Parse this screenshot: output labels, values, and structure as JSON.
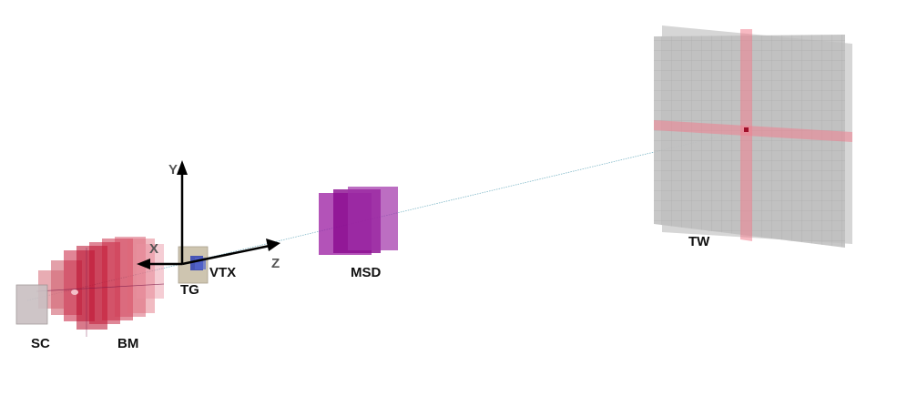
{
  "labels": {
    "sc": "SC",
    "bm": "BM",
    "tg": "TG",
    "vtx": "VTX",
    "msd": "MSD",
    "tw": "TW"
  },
  "axes": {
    "x": "X",
    "y": "Y",
    "z": "Z"
  },
  "colors": {
    "sc": "#c9bfc2",
    "bm": "#c0102f",
    "tg": "#c9bfa8",
    "vtx": "#2f3fb5",
    "msd": "#8a0a8f",
    "tw_panel": "#c0c0c0",
    "tw_hit": "#f08090",
    "beam": "#7fb8c8",
    "axis": "#000000"
  }
}
